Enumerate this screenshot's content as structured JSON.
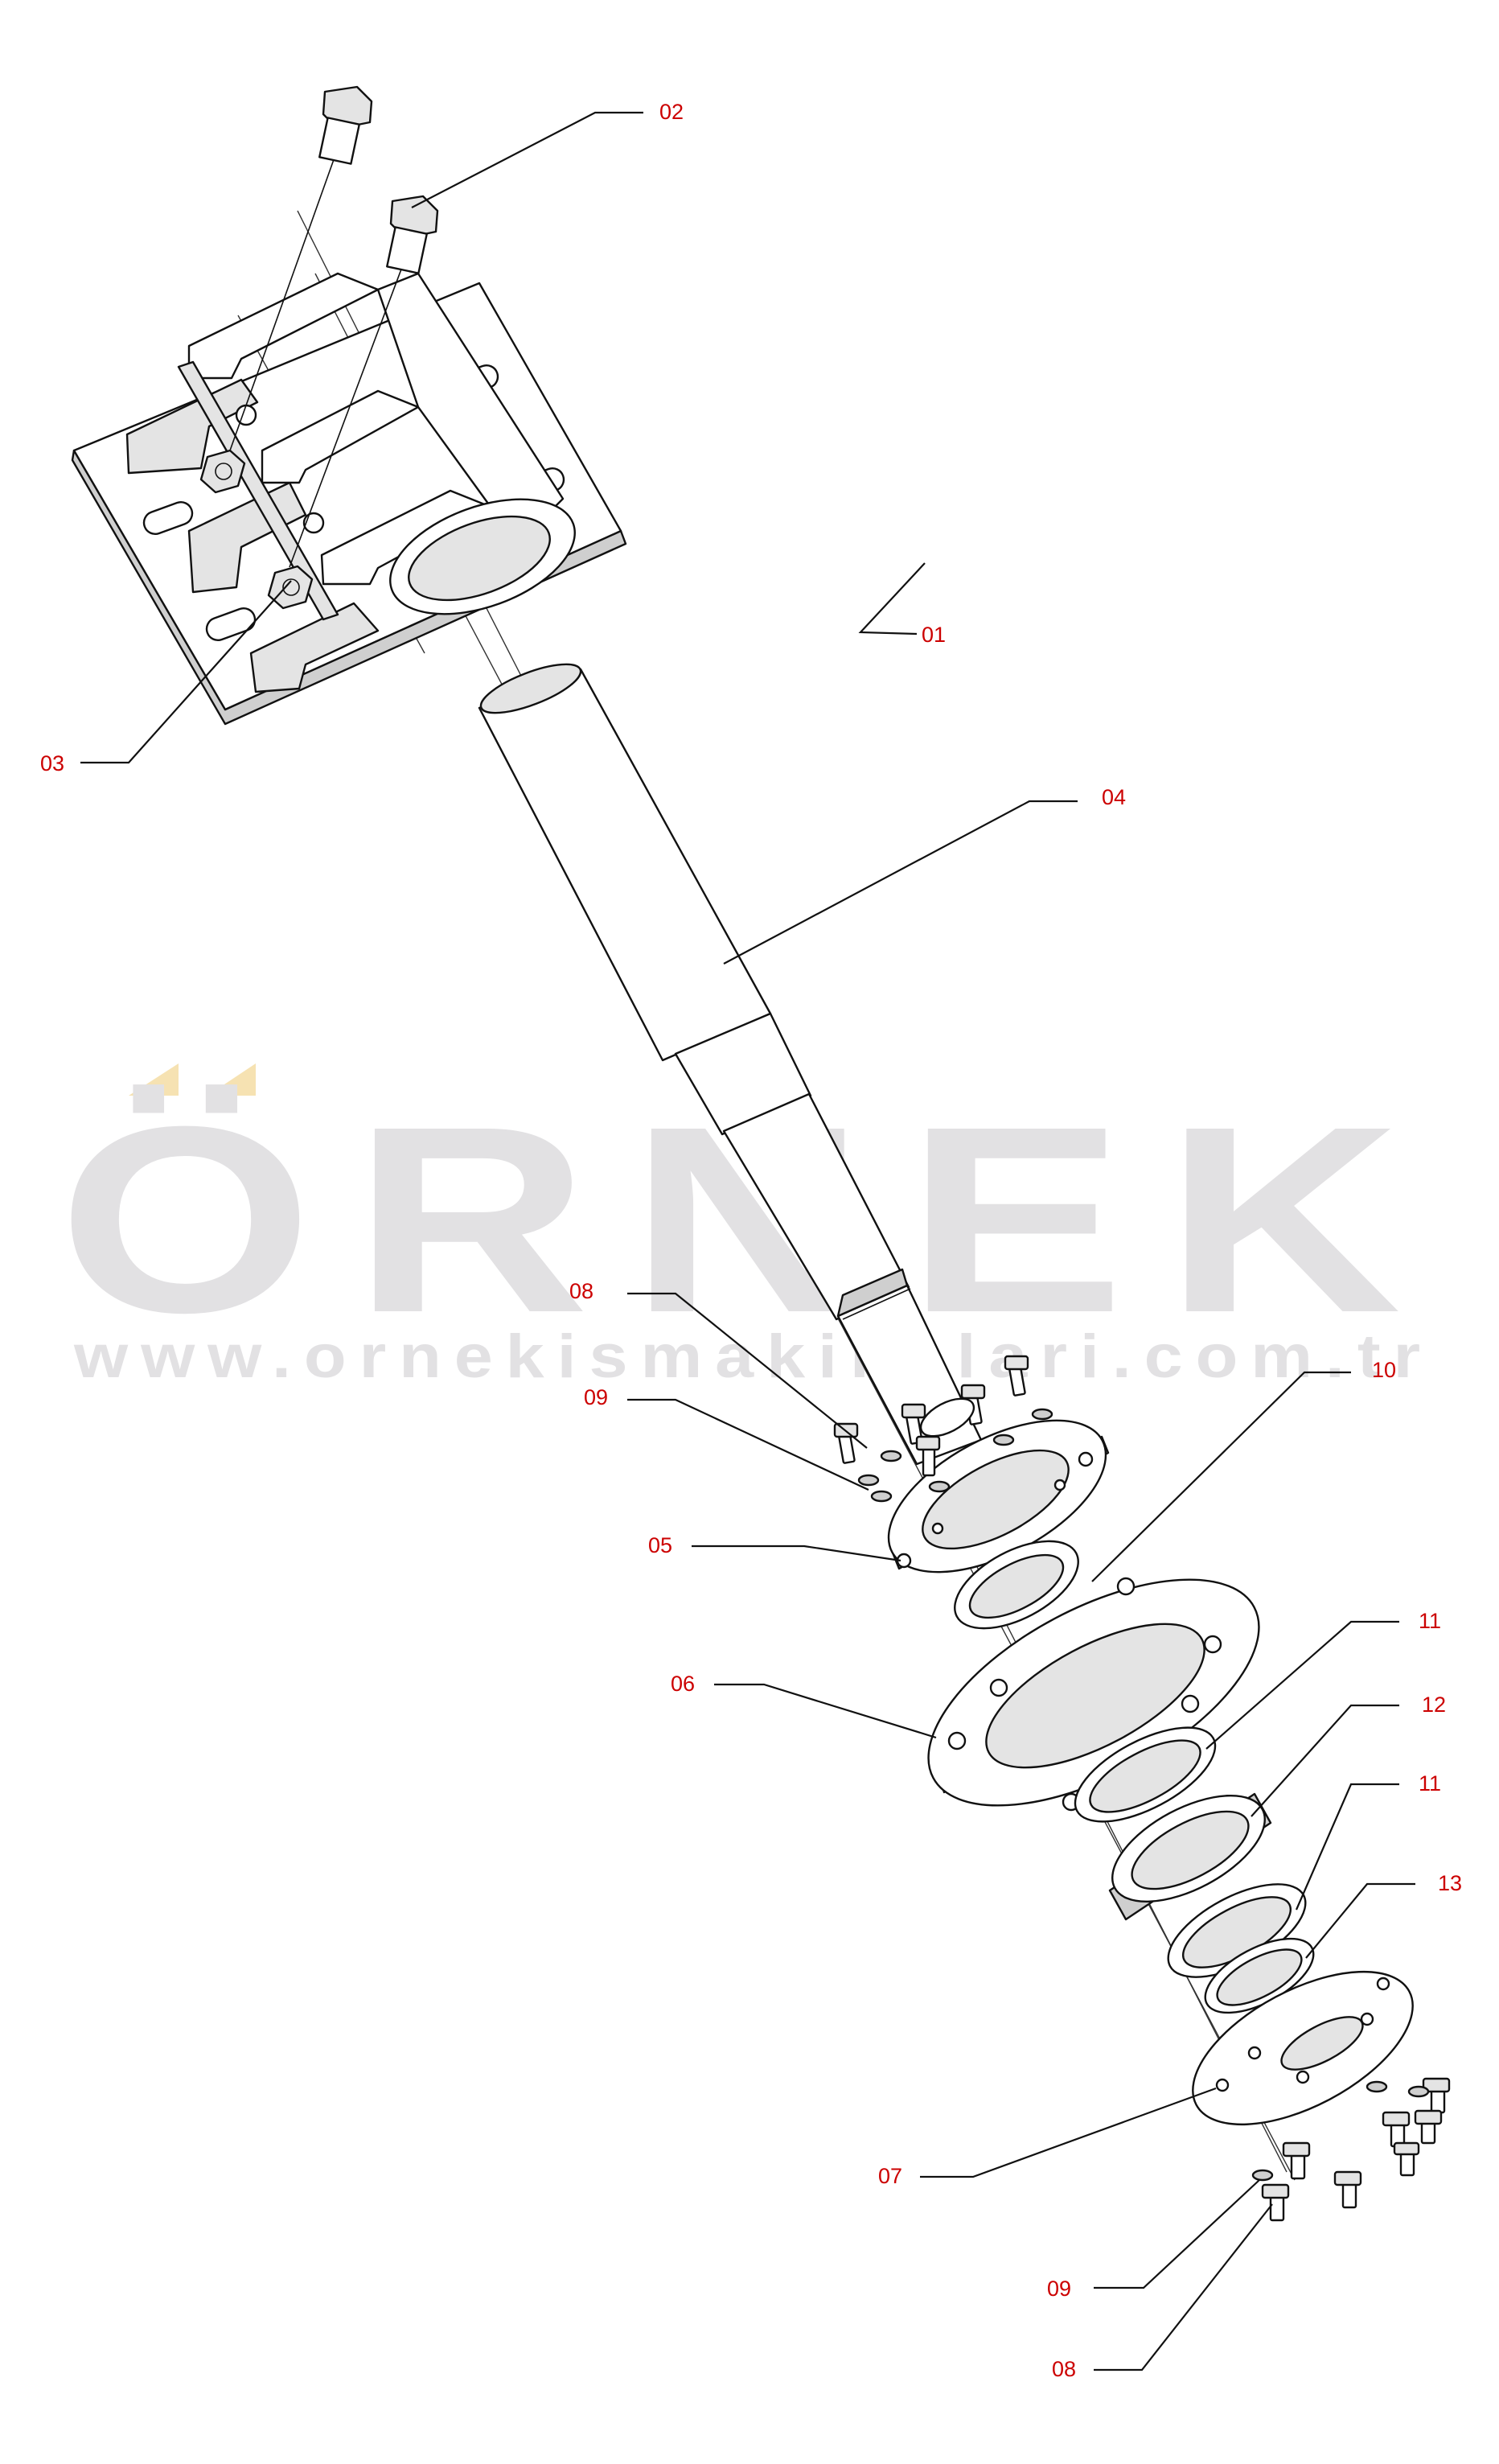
{
  "watermark": {
    "brand": "ÖRNEK",
    "url": "www.ornekismakinalari.com.tr",
    "text_color": "#e2e1e3",
    "accent_color": "#f6e2b2"
  },
  "callout_color": "#cc0000",
  "callouts": [
    "01",
    "02",
    "03",
    "04",
    "05",
    "06",
    "07",
    "08",
    "09",
    "10",
    "11",
    "12",
    "13"
  ]
}
